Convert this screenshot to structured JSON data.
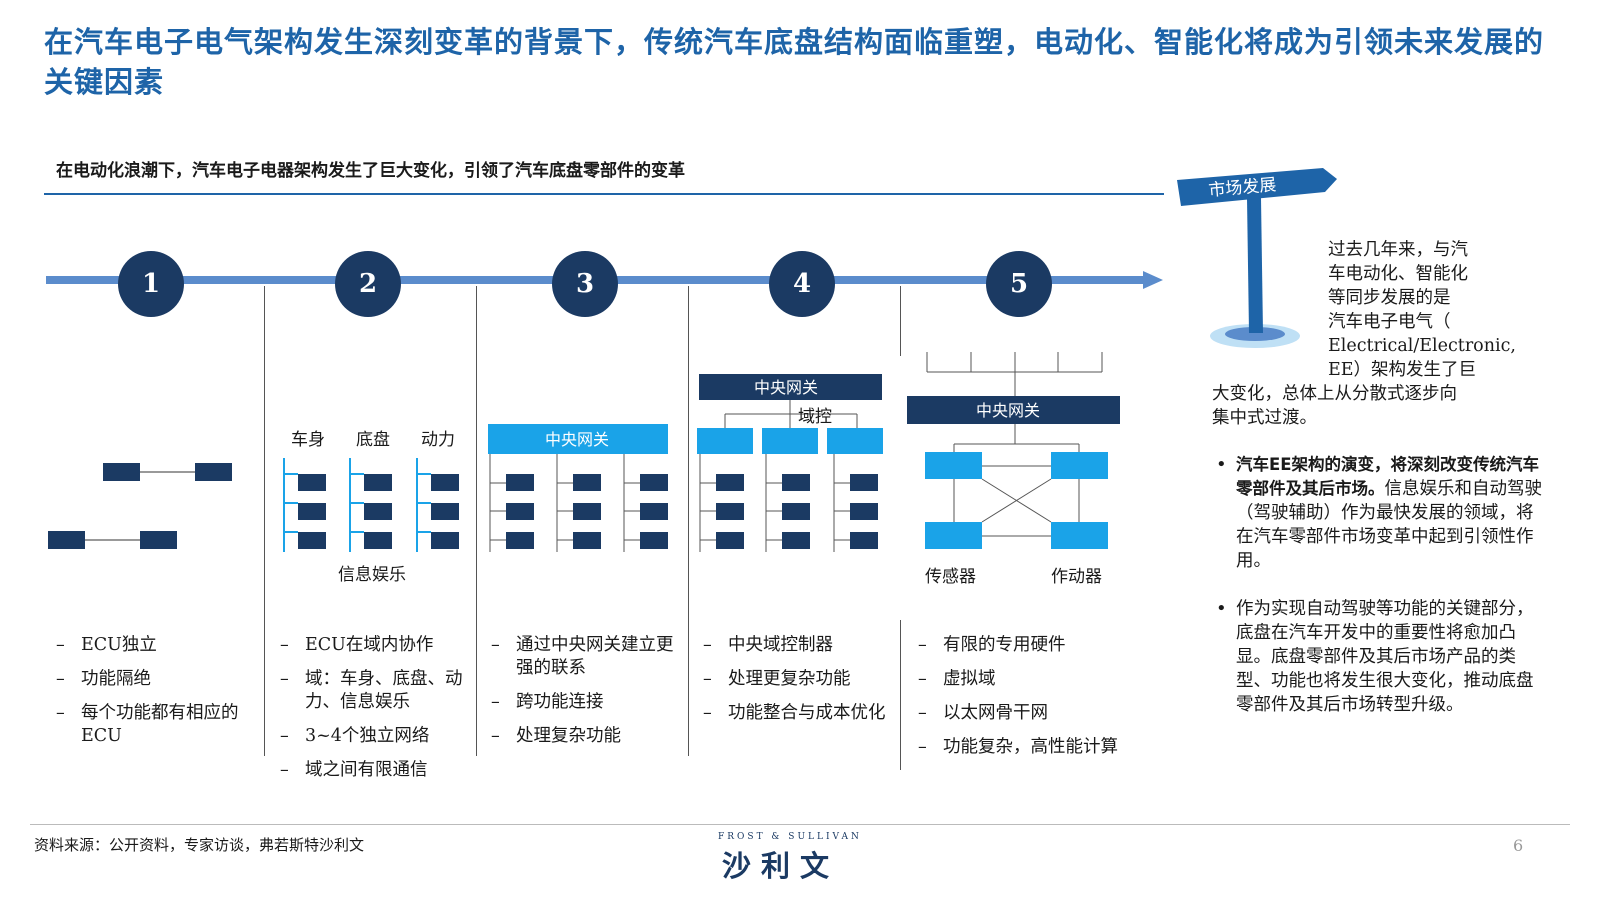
{
  "title": "在汽车电子电气架构发生深刻变革的背景下，传统汽车底盘结构面临重塑，电动化、智能化将成为引领未来发展的关键因素",
  "subtitle": "在电动化浪潮下，汽车电子电器架构发生了巨大变化，引领了汽车底盘零部件的变革",
  "colors": {
    "title": "#1e64a8",
    "navy": "#1b3a63",
    "cyan": "#1aa3e8",
    "timeline": "#5b8ccc"
  },
  "steps": [
    {
      "number": "1",
      "bullets": [
        "ECU独立",
        "功能隔绝",
        "每个功能都有相应的ECU"
      ]
    },
    {
      "number": "2",
      "bullets": [
        "ECU在域内协作",
        "域：车身、底盘、动力、信息娱乐",
        "3~4个独立网络",
        "域之间有限通信"
      ]
    },
    {
      "number": "3",
      "bullets": [
        "通过中央网关建立更强的联系",
        "跨功能连接",
        "处理复杂功能"
      ]
    },
    {
      "number": "4",
      "bullets": [
        "中央域控制器",
        "处理更复杂功能",
        "功能整合与成本优化"
      ]
    },
    {
      "number": "5",
      "bullets": [
        "有限的专用硬件",
        "虚拟域",
        "以太网骨干网",
        "功能复杂，高性能计算"
      ]
    }
  ],
  "diagram_labels": {
    "body": "车身",
    "chassis": "底盘",
    "power": "动力",
    "infotainment": "信息娱乐",
    "gateway3": "中央网关",
    "gateway4": "中央网关",
    "domain_ctrl": "域控",
    "gateway5": "中央网关",
    "sensor": "传感器",
    "actuator": "作动器"
  },
  "sidebar": {
    "sign_label": "市场发展",
    "intro_lines": [
      "过去几年来，与汽",
      "车电动化、智能化",
      "等同步发展的是",
      "汽车电子电气（",
      "Electrical/Electronic,",
      "EE）架构发生了巨"
    ],
    "intro_tail_lines": [
      "大变化，总体上从分散式逐步向",
      "集中式过渡。"
    ],
    "bullets": [
      {
        "strong": "汽车EE架构的演变，将深刻改变传统汽车零部件及其后市场。",
        "text": "信息娱乐和自动驾驶（驾驶辅助）作为最快发展的领域，将在汽车零部件市场变革中起到引领性作用。"
      },
      {
        "strong": "",
        "text": "作为实现自动驾驶等功能的关键部分，底盘在汽车开发中的重要性将愈加凸显。底盘零部件及其后市场产品的类型、功能也将发生很大变化，推动底盘零部件及其后市场转型升级。"
      }
    ]
  },
  "footer": {
    "source": "资料来源：公开资料，专家访谈，弗若斯特沙利文",
    "brand_top": "FROST & SULLIVAN",
    "brand_main": "沙利文",
    "page_number": "6"
  }
}
